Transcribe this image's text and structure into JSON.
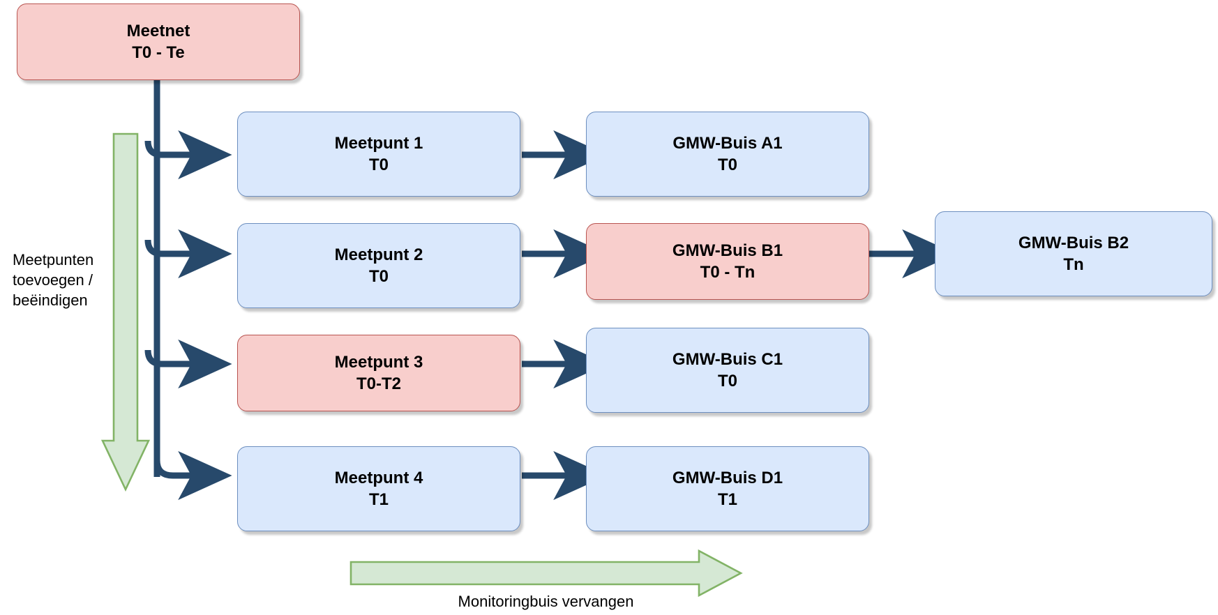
{
  "diagram": {
    "title_root": {
      "line1": "Meetnet",
      "line2": "T0 - Te",
      "color_fill": "#f8cecc",
      "color_border": "#b85450"
    },
    "colors": {
      "blue_fill": "#dae8fc",
      "blue_border": "#6c8ebf",
      "pink_fill": "#f8cecc",
      "pink_border": "#b85450",
      "connector": "#27496b",
      "green_fill": "#d5e8d4",
      "green_border": "#82b366",
      "text": "#000000"
    },
    "nodes": [
      {
        "id": "meetnet",
        "line1": "Meetnet",
        "line2": "T0 - Te",
        "style": "pink"
      },
      {
        "id": "mp1",
        "line1": "Meetpunt 1",
        "line2": "T0",
        "style": "blue"
      },
      {
        "id": "mp2",
        "line1": "Meetpunt 2",
        "line2": "T0",
        "style": "blue"
      },
      {
        "id": "mp3",
        "line1": "Meetpunt 3",
        "line2": "T0-T2",
        "style": "pink"
      },
      {
        "id": "mp4",
        "line1": "Meetpunt 4",
        "line2": "T1",
        "style": "blue"
      },
      {
        "id": "buisA1",
        "line1": "GMW-Buis A1",
        "line2": "T0",
        "style": "blue"
      },
      {
        "id": "buisB1",
        "line1": "GMW-Buis B1",
        "line2": "T0 - Tn",
        "style": "pink"
      },
      {
        "id": "buisB2",
        "line1": "GMW-Buis B2",
        "line2": "Tn",
        "style": "blue"
      },
      {
        "id": "buisC1",
        "line1": "GMW-Buis C1",
        "line2": "T0",
        "style": "blue"
      },
      {
        "id": "buisD1",
        "line1": "GMW-Buis D1",
        "line2": "T1",
        "style": "blue"
      }
    ],
    "annotations": {
      "vertical_arrow_label": "Meetpunten\ntoevoegen /\nbeëindigen",
      "horizontal_arrow_label": "Monitoringbuis vervangen"
    }
  }
}
